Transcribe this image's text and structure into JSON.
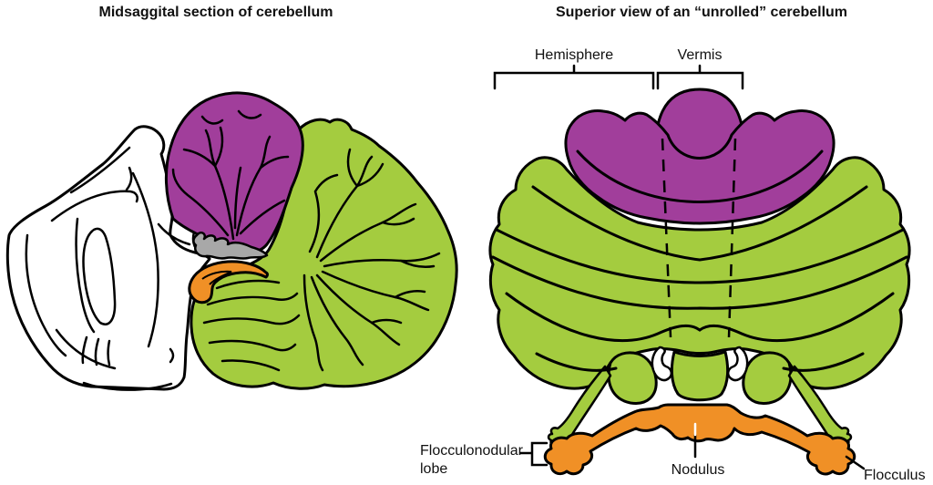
{
  "titles": {
    "left": "Midsaggital section of cerebellum",
    "right": "Superior view of an “unrolled” cerebellum"
  },
  "right_panel": {
    "region_labels": {
      "hemisphere": "Hemisphere",
      "vermis": "Vermis"
    },
    "part_labels": {
      "flocculonodular_line1": "Flocculonodular",
      "flocculonodular_line2": "lobe",
      "nodulus": "Nodulus",
      "flocculus": "Flocculus"
    }
  },
  "colors": {
    "anterior_lobe_purple": "#a13e9b",
    "posterior_lobe_green": "#a4cc3f",
    "flocculonodular_orange": "#f09026",
    "fourth_ventricle_gray": "#a8a8a8",
    "brainstem_white": "#ffffff",
    "outline_black": "#000000",
    "background": "#ffffff"
  }
}
